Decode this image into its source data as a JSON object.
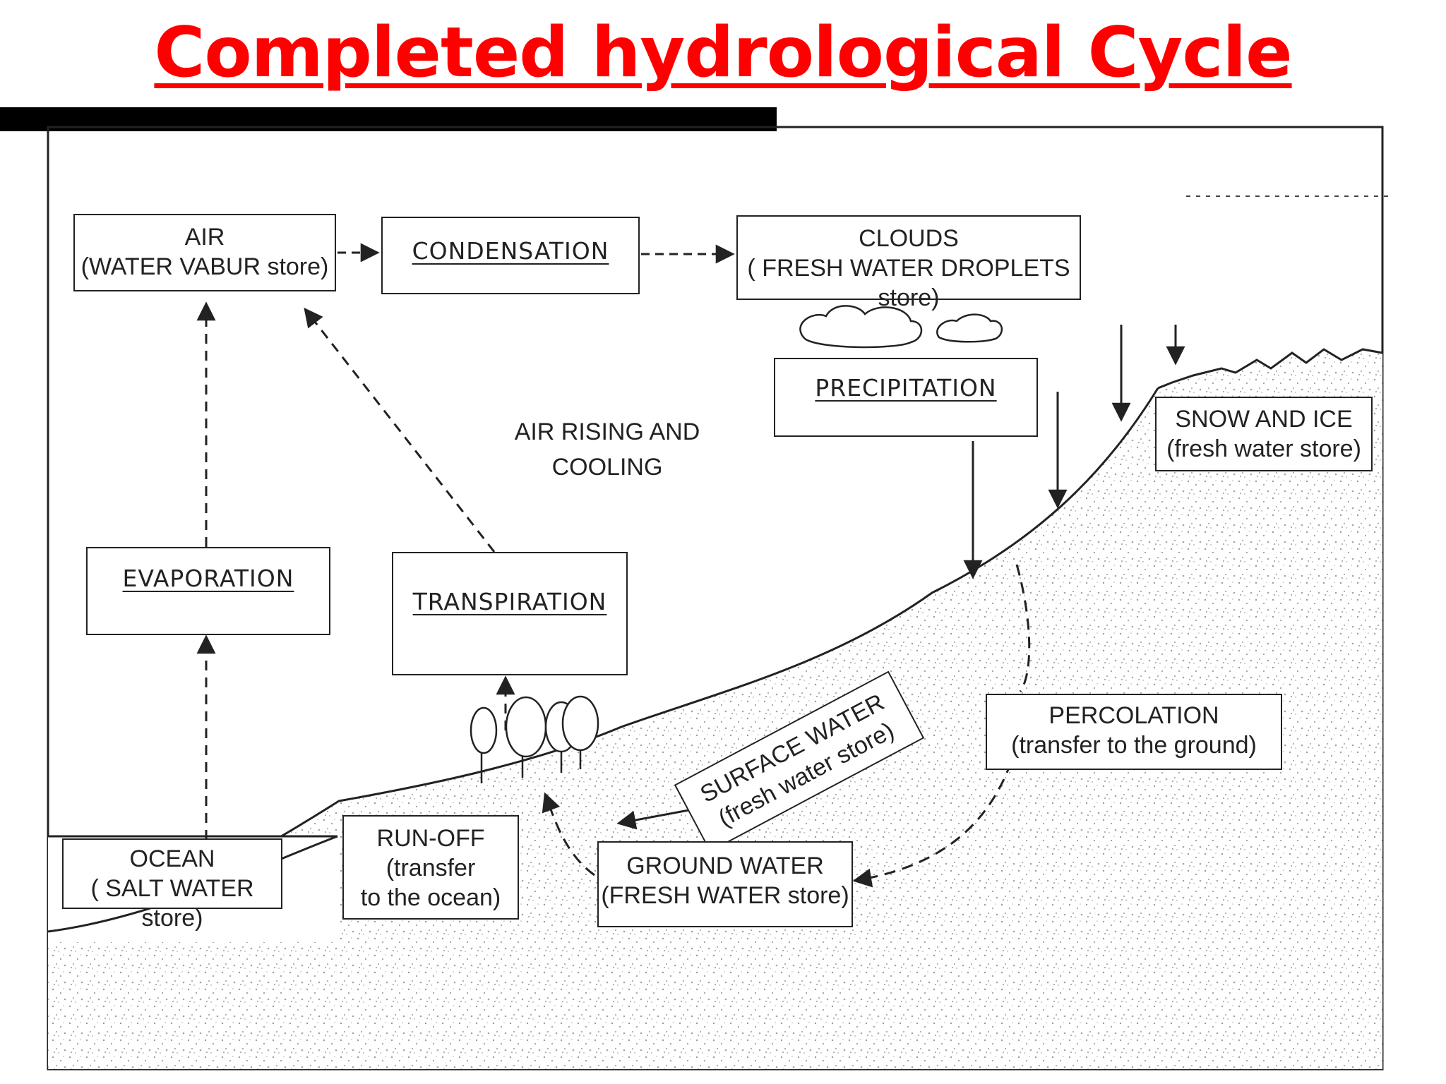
{
  "title": "Completed hydrological Cycle",
  "boxes": {
    "air": {
      "line1": "AIR",
      "line2": "(WATER VABUR store)"
    },
    "condensation": {
      "label": "CONDENSATION"
    },
    "clouds": {
      "line1": "CLOUDS",
      "line2": "( FRESH WATER DROPLETS store)"
    },
    "precipitation": {
      "label": "PRECIPITATION"
    },
    "snow_ice": {
      "line1": "SNOW AND ICE",
      "line2": "(fresh water store)"
    },
    "evaporation": {
      "label": "EVAPORATION"
    },
    "transpiration": {
      "label": "TRANSPIRATION"
    },
    "surface_water": {
      "line1": "SURFACE WATER",
      "line2": "(fresh water store)"
    },
    "percolation": {
      "line1": "PERCOLATION",
      "line2": "(transfer to the ground)"
    },
    "ocean": {
      "line1": "OCEAN",
      "line2": "( SALT WATER store)"
    },
    "run_off": {
      "line1": "RUN-OFF",
      "line2": "(transfer",
      "line3": "to the ocean)"
    },
    "ground_water": {
      "line1": "GROUND WATER",
      "line2": "(FRESH WATER store)"
    }
  },
  "labels": {
    "air_rising": {
      "line1": "AIR RISING AND",
      "line2": "COOLING"
    }
  },
  "colors": {
    "title": "#ff0000",
    "ink": "#222222",
    "speckle": "#9a9a9a"
  }
}
